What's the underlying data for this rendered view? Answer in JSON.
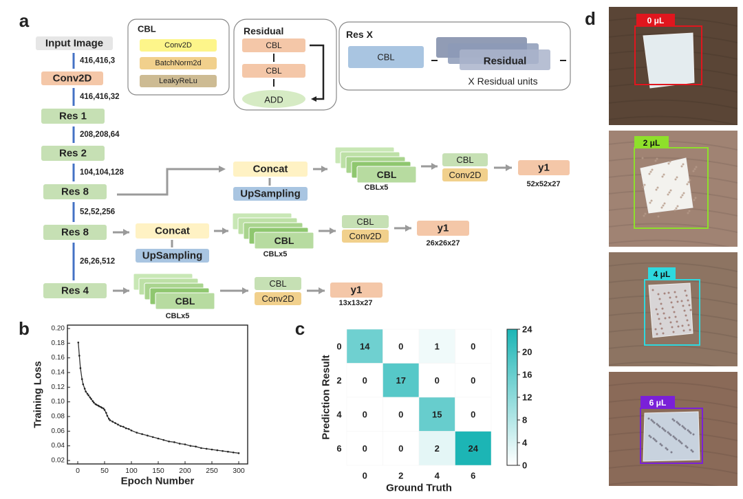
{
  "panels": {
    "a": "a",
    "b": "b",
    "c": "c",
    "d": "d"
  },
  "architecture": {
    "input_label": "Input Image",
    "conv_label": "Conv2D",
    "backbone": [
      {
        "label": "Res 1"
      },
      {
        "label": "Res 2"
      },
      {
        "label": "Res 8"
      },
      {
        "label": "Res 8"
      },
      {
        "label": "Res 4"
      }
    ],
    "dims": [
      "416,416,3",
      "416,416,32",
      "208,208,64",
      "104,104,128",
      "52,52,256",
      "26,26,512"
    ],
    "cbl_legend": {
      "title": "CBL",
      "items": [
        "Conv2D",
        "BatchNorm2d",
        "LeakyReLu"
      ]
    },
    "residual_legend": {
      "title": "Residual",
      "cbl": "CBL",
      "add": "ADD"
    },
    "resx_legend": {
      "title": "Res X",
      "cbl": "CBL",
      "residual": "Residual",
      "units": "X Residual units"
    },
    "concat_label": "Concat",
    "upsampling_label": "UpSampling",
    "cbl_label": "CBL",
    "cbl_x5": "CBLx5",
    "conv2d_label": "Conv2D",
    "outputs": [
      {
        "label": "y1",
        "dim": "52x52x27"
      },
      {
        "label": "y1",
        "dim": "26x26x27"
      },
      {
        "label": "y1",
        "dim": "13x13x27"
      }
    ]
  },
  "chart_data": [
    {
      "type": "scatter",
      "panel": "b",
      "xlabel": "Epoch Number",
      "ylabel": "Training Loss",
      "xlim": [
        0,
        300
      ],
      "ylim": [
        0.02,
        0.2
      ],
      "xticks": [
        0,
        50,
        100,
        150,
        200,
        250,
        300
      ],
      "yticks": [
        0.02,
        0.04,
        0.06,
        0.08,
        0.1,
        0.12,
        0.14,
        0.16,
        0.18,
        0.2
      ],
      "ytick_labels": [
        "0.02",
        "0.04",
        "0.06",
        "0.08",
        "0.10",
        "0.12",
        "0.14",
        "0.16",
        "0.18",
        "0.20"
      ],
      "x": [
        1,
        3,
        5,
        8,
        10,
        13,
        15,
        18,
        20,
        23,
        25,
        28,
        30,
        33,
        35,
        38,
        40,
        43,
        45,
        48,
        50,
        53,
        55,
        58,
        60,
        65,
        70,
        75,
        80,
        85,
        90,
        95,
        100,
        110,
        120,
        130,
        140,
        150,
        160,
        170,
        180,
        190,
        200,
        210,
        220,
        230,
        240,
        250,
        260,
        270,
        280,
        290,
        300
      ],
      "y": [
        0.181,
        0.163,
        0.146,
        0.131,
        0.124,
        0.118,
        0.114,
        0.111,
        0.109,
        0.106,
        0.104,
        0.101,
        0.099,
        0.097,
        0.096,
        0.095,
        0.094,
        0.093,
        0.092,
        0.091,
        0.089,
        0.085,
        0.081,
        0.077,
        0.075,
        0.073,
        0.071,
        0.069,
        0.067,
        0.066,
        0.064,
        0.063,
        0.061,
        0.058,
        0.056,
        0.054,
        0.052,
        0.05,
        0.048,
        0.046,
        0.045,
        0.043,
        0.042,
        0.04,
        0.039,
        0.037,
        0.036,
        0.035,
        0.034,
        0.033,
        0.032,
        0.031,
        0.03
      ]
    },
    {
      "type": "heatmap",
      "panel": "c",
      "xlabel": "Ground Truth",
      "ylabel": "Prediction Result",
      "x_categories": [
        "0",
        "2",
        "4",
        "6"
      ],
      "y_categories": [
        "0",
        "2",
        "4",
        "6"
      ],
      "values": [
        [
          14,
          0,
          1,
          0
        ],
        [
          0,
          17,
          0,
          0
        ],
        [
          0,
          0,
          15,
          0
        ],
        [
          0,
          0,
          2,
          24
        ]
      ],
      "colorbar": {
        "min": 0,
        "max": 24,
        "ticks": [
          0,
          4,
          8,
          12,
          16,
          20,
          24
        ]
      },
      "colors": {
        "low": "#ffffff",
        "high": "#1cb5b5"
      }
    }
  ],
  "photos": [
    {
      "label": "0 μL",
      "color": "#e0161e",
      "bg": "#5a4536"
    },
    {
      "label": "2 μL",
      "color": "#8ee02b",
      "bg": "#a08373"
    },
    {
      "label": "4 μL",
      "color": "#2ed9df",
      "bg": "#8d7462"
    },
    {
      "label": "6 μL",
      "color": "#7a20d8",
      "bg": "#8a6a58"
    }
  ],
  "colors": {
    "green_box": "#c6e0b4",
    "orange_box": "#f4c7a8",
    "yellow_box": "#fff2c4",
    "blue_box": "#a9c5e1",
    "gray_box": "#e6e6e6",
    "line_blue": "#4472c4",
    "arrow_gray": "#9a9a9a"
  }
}
